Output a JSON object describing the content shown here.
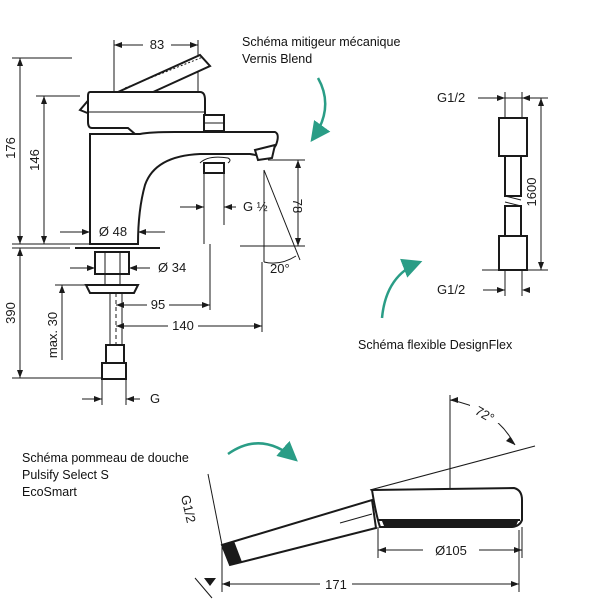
{
  "captions": {
    "mixer": [
      "Schéma mitigeur mécanique",
      "Vernis Blend"
    ],
    "hose": "Schéma flexible DesignFlex",
    "shower": [
      "Schéma pommeau de douche",
      "Pulsify Select S",
      "EcoSmart"
    ]
  },
  "mixer_dims": {
    "width_top": "83",
    "h176": "176",
    "h146": "146",
    "h78": "78",
    "h390": "390",
    "max30": "max. 30",
    "d48": "Ø 48",
    "d34": "Ø 34",
    "l95": "95",
    "l140": "140",
    "angle20": "20°",
    "thread_outlet": "G ½",
    "thread_bottom": "G"
  },
  "hose_dims": {
    "thread_top": "G1/2",
    "thread_bottom": "G1/2",
    "length": "1600"
  },
  "shower_dims": {
    "angle": "72°",
    "thread": "G1/2",
    "diameter": "Ø105",
    "length": "171"
  },
  "colors": {
    "arrow_accent": "#2a9d86",
    "ink": "#1a1a1a"
  }
}
